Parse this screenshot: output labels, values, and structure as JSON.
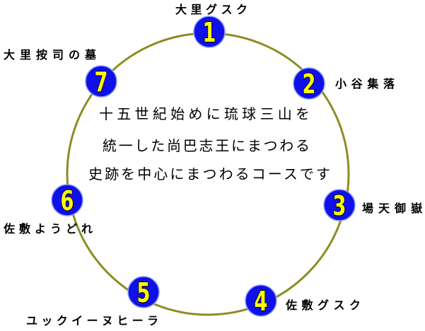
{
  "diagram": {
    "center_text": [
      "十五世紀始めに琉球三山を",
      "統一した尚巴志王にまつわる",
      "史跡を中心にまつわるコースです"
    ],
    "stops": [
      {
        "number": "1",
        "label": "大里グスク"
      },
      {
        "number": "2",
        "label": "小谷集落"
      },
      {
        "number": "3",
        "label": "場天御嶽"
      },
      {
        "number": "4",
        "label": "佐敷グスク"
      },
      {
        "number": "5",
        "label": "ユックイーヌヒーラ"
      },
      {
        "number": "6",
        "label": "佐敷ようどれ"
      },
      {
        "number": "7",
        "label": "大里按司の墓"
      }
    ]
  },
  "colors": {
    "ring": "#8c8c22",
    "node_fill": "#1010e8",
    "node_outline": "#8ea0ff",
    "number_fill": "#ffff00",
    "number_outline": "#000000",
    "text": "#000000"
  }
}
